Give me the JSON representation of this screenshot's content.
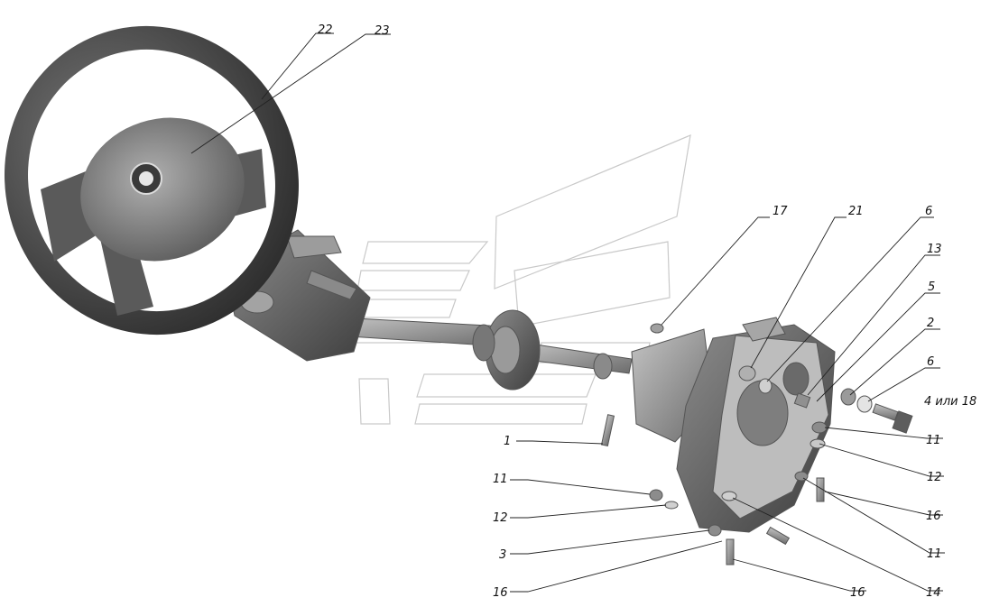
{
  "callouts": [
    {
      "id": "c22",
      "text": "22"
    },
    {
      "id": "c23",
      "text": "23"
    },
    {
      "id": "c17",
      "text": "17"
    },
    {
      "id": "c21",
      "text": "21"
    },
    {
      "id": "c6a",
      "text": "6"
    },
    {
      "id": "c13",
      "text": "13"
    },
    {
      "id": "c5",
      "text": "5"
    },
    {
      "id": "c2",
      "text": "2"
    },
    {
      "id": "c6b",
      "text": "6"
    },
    {
      "id": "c4or18",
      "text": "4 или 18"
    },
    {
      "id": "c11a",
      "text": "11"
    },
    {
      "id": "c12a",
      "text": "12"
    },
    {
      "id": "c16a",
      "text": "16"
    },
    {
      "id": "c11b",
      "text": "11"
    },
    {
      "id": "c14",
      "text": "14"
    },
    {
      "id": "c16b",
      "text": "16"
    },
    {
      "id": "c1",
      "text": "1"
    },
    {
      "id": "c11c",
      "text": "11"
    },
    {
      "id": "c12b",
      "text": "12"
    },
    {
      "id": "c3",
      "text": "3"
    },
    {
      "id": "c16c",
      "text": "16"
    }
  ]
}
